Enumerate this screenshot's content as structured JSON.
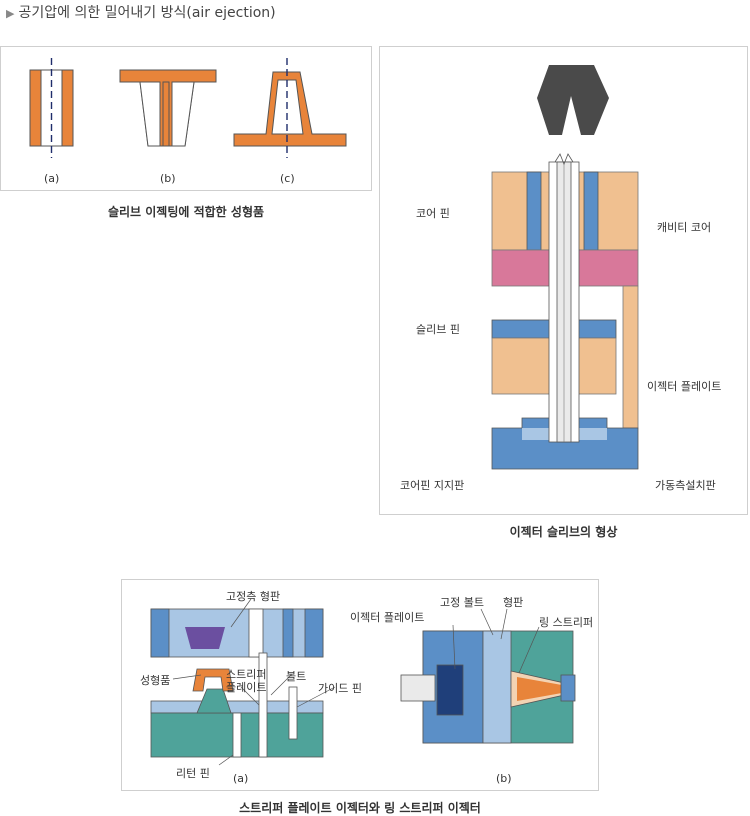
{
  "header": {
    "title": "공기압에 의한 밀어내기 방식(air ejection)"
  },
  "fig1": {
    "caption": "슬리브 이젝팅에 적합한 성형품",
    "sub_labels": [
      "(a)",
      "(b)",
      "(c)"
    ]
  },
  "fig2": {
    "caption": "이젝터 슬리브의 형상",
    "labels": {
      "core_pin": "코어 핀",
      "cavity_core": "캐비티 코어",
      "sleeve_pin": "슬리브 핀",
      "ejector_plate": "이젝터 플레이트",
      "core_pin_support": "코어핀 지지판",
      "moving_mounting_plate": "가동측설치판"
    }
  },
  "fig3": {
    "caption": "스트리퍼 플레이트 이젝터와 링 스트리퍼 이젝터",
    "labels_a": {
      "fixed_mold_plate": "고정측 형판",
      "molded_part": "성형품",
      "stripper_plate_1": "스트리퍼",
      "stripper_plate_2": "플레이트",
      "bolt": "볼트",
      "guide_pin": "가이드 핀",
      "return_pin": "리턴 핀"
    },
    "labels_b": {
      "ejector_plate": "이젝터 플레이트",
      "fixed_bolt": "고정 볼트",
      "mold_plate": "형판",
      "ring_stripper": "링 스트리퍼"
    },
    "sub_labels": [
      "(a)",
      "(b)"
    ]
  },
  "colors": {
    "orange": "#e8843a",
    "blue": "#5b8fc7",
    "light_blue": "#a9c6e4",
    "tan": "#f0c090",
    "pink": "#d8789a",
    "teal": "#4fa39a",
    "dark_gray": "#4a4a4a",
    "purple": "#6b4fa0",
    "dash_navy": "#1f2d6b"
  }
}
